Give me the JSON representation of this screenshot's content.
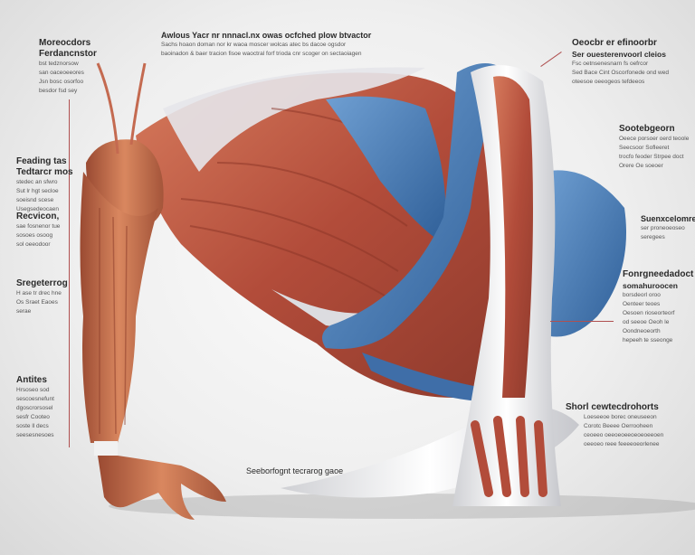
{
  "top_caption": {
    "heading": "Awlous Yacr nr nnnacl.nx owas ocfched plow btvactor",
    "lines": [
      "Sachs hoaon doman nor kr waoa moscer wolcas atec bs dacoe ogsdor",
      "baoinadon & baer tracion fisoe waoctral forf trioda cnr scoger on sectaoiagen"
    ]
  },
  "left_labels": [
    {
      "heading": "Moreocdors",
      "sub": "Ferdancnstor",
      "lines": [
        "bst tedznorsow",
        "san oaceoeeores",
        "Jsn bosc osorfoo",
        "besdor fsd sey"
      ]
    },
    {
      "heading": "Feading tas",
      "sub": "Tedtarcr mos",
      "lines": [
        "stedec an sfwro",
        "Sut lr hgt secloe",
        "soeisnd scese",
        "Usegsedeocaen"
      ]
    },
    {
      "heading": "Recvicon,",
      "lines": [
        "sae fosnenor tue",
        "sosoes osoog",
        "sol oeeodoor"
      ]
    },
    {
      "heading": "Sregeterrog",
      "lines": [
        "H ase tr drec hne",
        "Os Sraet Eaoes",
        "serae"
      ]
    },
    {
      "heading": "Antites",
      "lines": [
        "Hrsoseo sod",
        "sescoesnefunt",
        "dgoscrorsosel",
        "sesfr Cooteo",
        "soste ll decs",
        "seesesnesoes"
      ]
    }
  ],
  "bottom_caption": "Seeborfognt tecrarog gaoe",
  "right_labels": [
    {
      "heading": "Oeocbr er efinoorbr",
      "sub": "Ser ouesterenvoorl cleios",
      "lines": [
        "Fsc oetnsenesnarn fs oefrcor",
        "Sed Bace Cint Oscorfonede ond wed",
        "oteesoe oeeogeos tefdeeos"
      ]
    },
    {
      "heading": "Sootebgeorn",
      "lines": [
        "Oeece porsoer oerd teoole",
        "Seecsoor Sofleeret",
        "trocfo feoder Strpee doct",
        "Orere Oe soeoer"
      ]
    },
    {
      "heading": "Suenxcelomre",
      "lines": [
        "ser proneoeoseo",
        "seregees"
      ]
    },
    {
      "heading": "Fonrgneedadoct",
      "sub": "somahuroocen",
      "lines": [
        "borsdeorl oroo",
        "Oenteer teoes",
        "Oesoen rioseorteorf",
        "od seeoe Oeoh le",
        "Oondneoeorth",
        "hepeeh te sseonge"
      ]
    },
    {
      "heading": "Shorl cewtecdrohorts",
      "lines": [
        "Loeseeoe borec oneuseeon",
        "Corotc Beeee Oerrooheen",
        "ceoeeo oeeoeoeeoeoeoeeoen",
        "oeeoeo reee feeeeoeorlenee"
      ]
    }
  ],
  "colors": {
    "muscle": "#b95a43",
    "tendon": "#e8e8ea",
    "blue_muscle": "#4a7fb8",
    "leader_line": "#b05050"
  }
}
